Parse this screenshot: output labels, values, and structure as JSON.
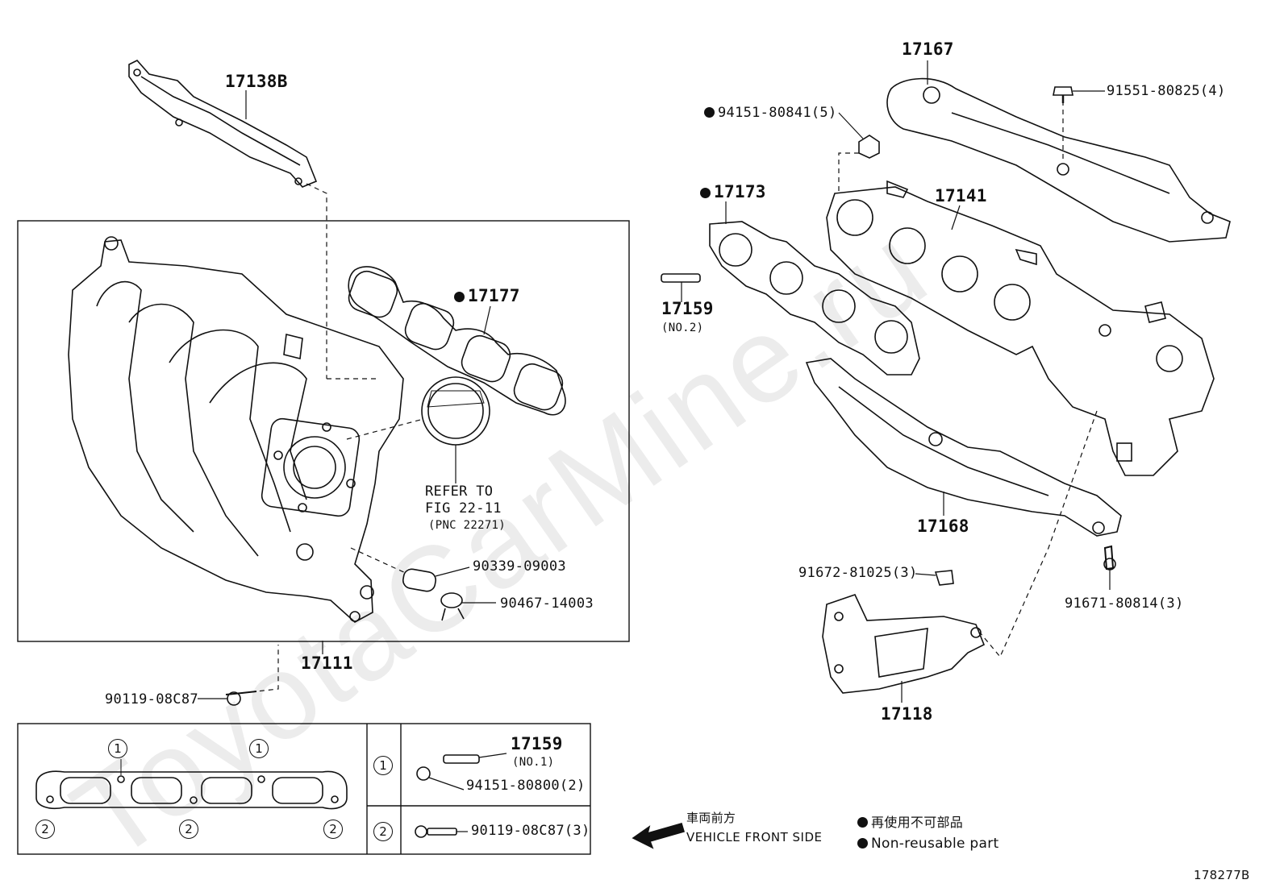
{
  "watermark": "ToyotaCarMine.ru",
  "parts": {
    "p17138B": "17138B",
    "p17177": "17177",
    "p17111": "17111",
    "p90119_08C87": "90119-08C87",
    "p90339_09003": "90339-09003",
    "p90467_14003": "90467-14003",
    "p17167": "17167",
    "p91551_80825": "91551-80825(4)",
    "p94151_80841": "94151-80841(5)",
    "p17173": "17173",
    "p17141": "17141",
    "p17159": "17159",
    "p17159_no2": "(NO.2)",
    "p17168": "17168",
    "p91672_81025": "91672-81025(3)",
    "p91671_80814": "91671-80814(3)",
    "p17118": "17118"
  },
  "refer": {
    "line1": "REFER TO",
    "line2": "FIG 22-11",
    "line3": "(PNC 22271)"
  },
  "legend_table": {
    "marker1": "1",
    "marker2": "2",
    "row1_part": "17159",
    "row1_sub": "(NO.1)",
    "row1_nut": "94151-80800(2)",
    "row2_bolt": "90119-08C87(3)"
  },
  "footer": {
    "front_jp": "車両前方",
    "front_en": "VEHICLE FRONT SIDE",
    "nonreuse_jp": "再使用不可部品",
    "nonreuse_en": "Non-reusable part",
    "diagram_id": "178277B"
  }
}
